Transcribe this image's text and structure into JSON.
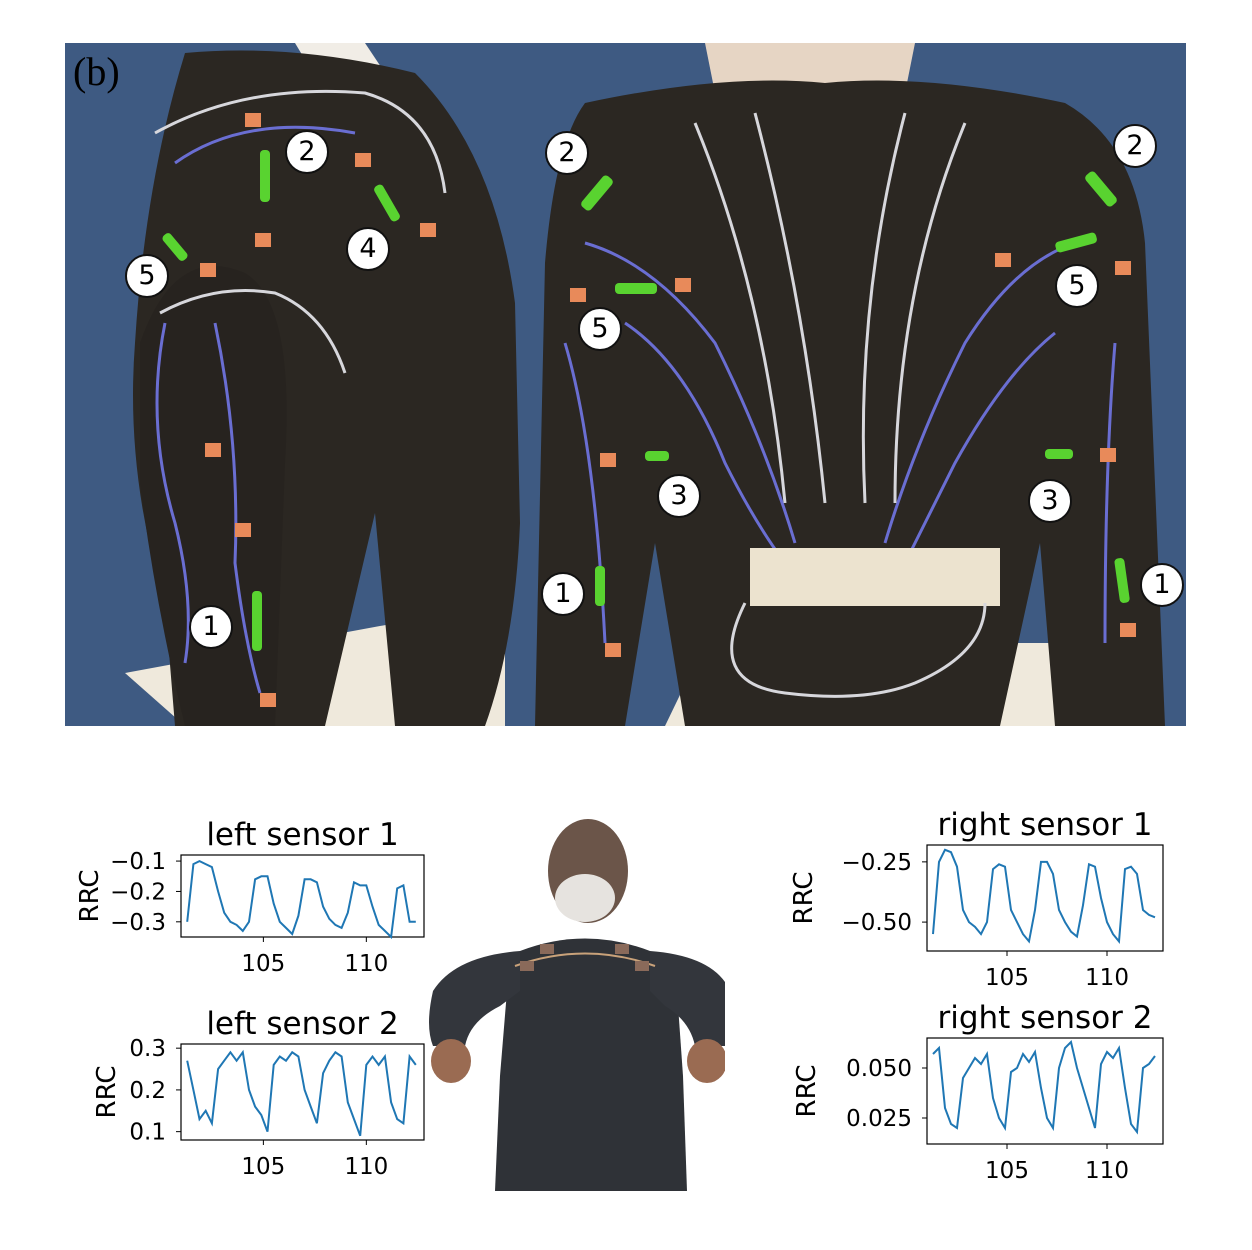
{
  "figure_label": "(b)",
  "markers": {
    "side_view": [
      "2",
      "4",
      "5",
      "1"
    ],
    "back_view": [
      "2",
      "2",
      "5",
      "5",
      "3",
      "3",
      "1",
      "1"
    ]
  },
  "colors": {
    "shirt": "#2b2722",
    "background": "#3e5a82",
    "sensor": "#59d330",
    "line": "#1f77b4"
  },
  "chart_data": [
    {
      "type": "line",
      "title": "left sensor 1",
      "ylabel": "RRC",
      "xticks": [
        105,
        110
      ],
      "yticks": [
        -0.1,
        -0.2,
        -0.3
      ],
      "ytick_labels": [
        "−0.1",
        "−0.2",
        "−0.3"
      ],
      "xlim": [
        101,
        112.8
      ],
      "ylim": [
        -0.35,
        -0.08
      ],
      "x": [
        101.3,
        101.6,
        101.9,
        102.2,
        102.5,
        102.8,
        103.1,
        103.4,
        103.7,
        104.0,
        104.3,
        104.6,
        104.9,
        105.2,
        105.5,
        105.8,
        106.1,
        106.4,
        106.7,
        107.0,
        107.3,
        107.6,
        107.9,
        108.2,
        108.5,
        108.8,
        109.1,
        109.4,
        109.7,
        110.0,
        110.3,
        110.6,
        110.9,
        111.2,
        111.5,
        111.8,
        112.1,
        112.4
      ],
      "y": [
        -0.3,
        -0.11,
        -0.1,
        -0.11,
        -0.12,
        -0.2,
        -0.27,
        -0.3,
        -0.31,
        -0.33,
        -0.3,
        -0.16,
        -0.15,
        -0.15,
        -0.24,
        -0.3,
        -0.32,
        -0.34,
        -0.28,
        -0.16,
        -0.16,
        -0.17,
        -0.25,
        -0.29,
        -0.31,
        -0.32,
        -0.27,
        -0.17,
        -0.18,
        -0.18,
        -0.25,
        -0.31,
        -0.33,
        -0.35,
        -0.19,
        -0.18,
        -0.3,
        -0.3
      ]
    },
    {
      "type": "line",
      "title": "left sensor 2",
      "ylabel": "RRC",
      "xticks": [
        105,
        110
      ],
      "yticks": [
        0.3,
        0.2,
        0.1
      ],
      "ytick_labels": [
        "0.3",
        "0.2",
        "0.1"
      ],
      "xlim": [
        101,
        112.8
      ],
      "ylim": [
        0.08,
        0.31
      ],
      "x": [
        101.3,
        101.6,
        101.9,
        102.2,
        102.5,
        102.8,
        103.1,
        103.4,
        103.7,
        104.0,
        104.3,
        104.6,
        104.9,
        105.2,
        105.5,
        105.8,
        106.1,
        106.4,
        106.7,
        107.0,
        107.3,
        107.6,
        107.9,
        108.2,
        108.5,
        108.8,
        109.1,
        109.4,
        109.7,
        110.0,
        110.3,
        110.6,
        110.9,
        111.2,
        111.5,
        111.8,
        112.1,
        112.4
      ],
      "y": [
        0.27,
        0.2,
        0.13,
        0.15,
        0.12,
        0.25,
        0.27,
        0.29,
        0.27,
        0.29,
        0.2,
        0.16,
        0.14,
        0.1,
        0.26,
        0.28,
        0.27,
        0.29,
        0.28,
        0.2,
        0.16,
        0.12,
        0.24,
        0.27,
        0.29,
        0.28,
        0.17,
        0.13,
        0.09,
        0.26,
        0.28,
        0.26,
        0.28,
        0.17,
        0.13,
        0.12,
        0.28,
        0.26
      ]
    },
    {
      "type": "line",
      "title": "right sensor 1",
      "ylabel": "RRC",
      "xticks": [
        105,
        110
      ],
      "yticks": [
        -0.25,
        -0.5
      ],
      "ytick_labels": [
        "−0.25",
        "−0.50"
      ],
      "xlim": [
        101,
        112.8
      ],
      "ylim": [
        -0.62,
        -0.18
      ],
      "x": [
        101.3,
        101.6,
        101.9,
        102.2,
        102.5,
        102.8,
        103.1,
        103.4,
        103.7,
        104.0,
        104.3,
        104.6,
        104.9,
        105.2,
        105.5,
        105.8,
        106.1,
        106.4,
        106.7,
        107.0,
        107.3,
        107.6,
        107.9,
        108.2,
        108.5,
        108.8,
        109.1,
        109.4,
        109.7,
        110.0,
        110.3,
        110.6,
        110.9,
        111.2,
        111.5,
        111.8,
        112.1,
        112.4
      ],
      "y": [
        -0.55,
        -0.25,
        -0.2,
        -0.21,
        -0.27,
        -0.45,
        -0.5,
        -0.52,
        -0.55,
        -0.5,
        -0.28,
        -0.26,
        -0.27,
        -0.45,
        -0.5,
        -0.55,
        -0.58,
        -0.45,
        -0.25,
        -0.25,
        -0.3,
        -0.45,
        -0.5,
        -0.54,
        -0.56,
        -0.43,
        -0.26,
        -0.27,
        -0.4,
        -0.5,
        -0.55,
        -0.58,
        -0.28,
        -0.27,
        -0.3,
        -0.45,
        -0.47,
        -0.48
      ]
    },
    {
      "type": "line",
      "title": "right sensor 2",
      "ylabel": "RRC",
      "xticks": [
        105,
        110
      ],
      "yticks": [
        0.05,
        0.025
      ],
      "ytick_labels": [
        "0.050",
        "0.025"
      ],
      "xlim": [
        101,
        112.8
      ],
      "ylim": [
        0.012,
        0.065
      ],
      "x": [
        101.3,
        101.6,
        101.9,
        102.2,
        102.5,
        102.8,
        103.1,
        103.4,
        103.7,
        104.0,
        104.3,
        104.6,
        104.9,
        105.2,
        105.5,
        105.8,
        106.1,
        106.4,
        106.7,
        107.0,
        107.3,
        107.6,
        107.9,
        108.2,
        108.5,
        108.8,
        109.1,
        109.4,
        109.7,
        110.0,
        110.3,
        110.6,
        110.9,
        111.2,
        111.5,
        111.8,
        112.1,
        112.4
      ],
      "y": [
        0.057,
        0.06,
        0.03,
        0.022,
        0.02,
        0.045,
        0.05,
        0.055,
        0.052,
        0.057,
        0.035,
        0.025,
        0.02,
        0.048,
        0.05,
        0.057,
        0.053,
        0.058,
        0.04,
        0.025,
        0.02,
        0.05,
        0.06,
        0.063,
        0.05,
        0.04,
        0.03,
        0.02,
        0.052,
        0.058,
        0.055,
        0.06,
        0.04,
        0.022,
        0.018,
        0.05,
        0.052,
        0.056
      ]
    }
  ]
}
